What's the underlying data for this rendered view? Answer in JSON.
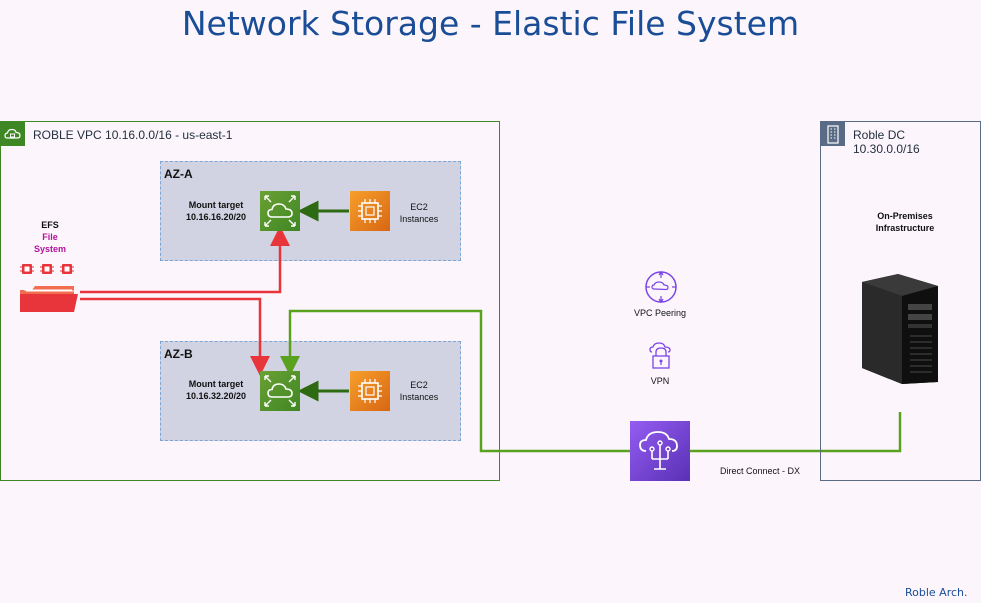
{
  "title": "Network Storage - Elastic File System",
  "vpc": {
    "label": "ROBLE VPC 10.16.0.0/16 - us-east-1"
  },
  "az_a": {
    "label": "AZ-A",
    "mount_target": "Mount target",
    "mount_ip": "10.16.16.20/20",
    "ec2_line1": "EC2",
    "ec2_line2": "Instances"
  },
  "az_b": {
    "label": "AZ-B",
    "mount_target": "Mount target",
    "mount_ip": "10.16.32.20/20",
    "ec2_line1": "EC2",
    "ec2_line2": "Instances"
  },
  "efs": {
    "line1": "EFS",
    "line2": "File System"
  },
  "dc": {
    "line1": "Roble DC",
    "line2": "10.30.0.0/16",
    "onprem_line1": "On-Premises",
    "onprem_line2": "Infrastructure"
  },
  "services": {
    "vpc_peering": "VPC Peering",
    "vpn": "VPN",
    "direct_connect": "Direct Connect - DX"
  },
  "credit": "Roble Arch.",
  "colors": {
    "title": "#1a4d96",
    "vpc_border": "#3f8624",
    "efs_link": "#e8353b",
    "dx_link": "#5aa11f",
    "arrow": "#2e6a12",
    "dx_box": "#7b45e6",
    "efs_green": "#3f8624",
    "ec2_orange": "#d86613"
  },
  "icons": [
    "cloud-lock-icon",
    "building-icon",
    "efs-icon",
    "ec2-icon",
    "file-system-icon",
    "chip-icon",
    "vpc-peering-icon",
    "vpn-icon",
    "direct-connect-icon",
    "server-icon"
  ]
}
